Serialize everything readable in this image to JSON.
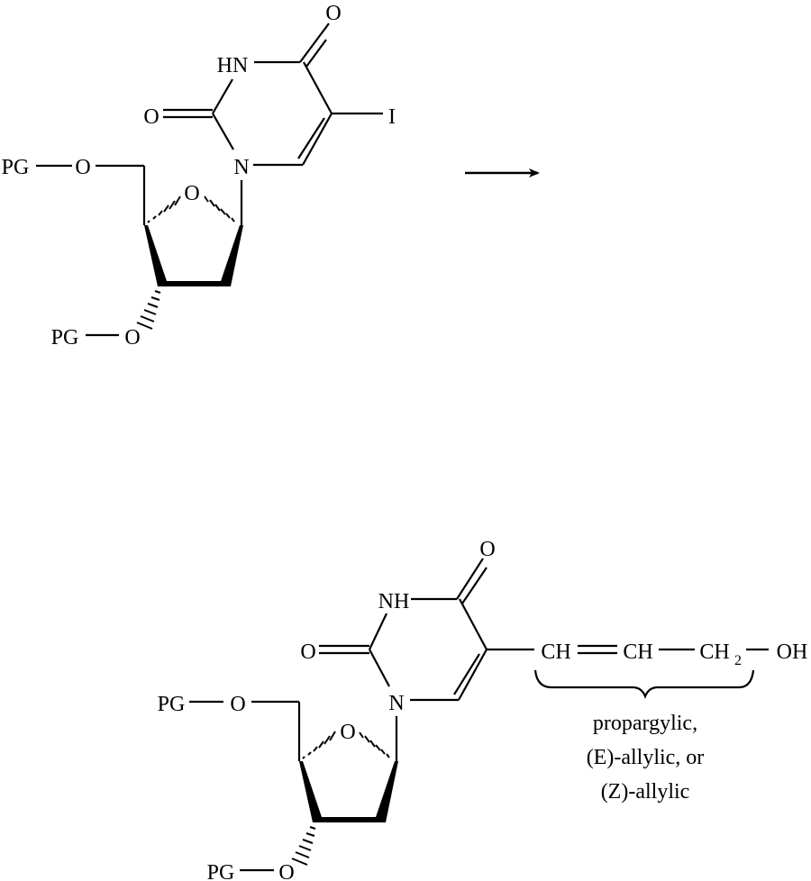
{
  "diagram": {
    "type": "chemical-reaction-scheme",
    "reactant": {
      "name": "protected 5-iodo-2'-deoxyuridine",
      "labels": {
        "carbonyl_o_top": "O",
        "nh": "HN",
        "carbonyl_o_left": "O",
        "n1": "N",
        "iodo": "I",
        "ring_o": "O",
        "o5": "O",
        "pg5": "PG",
        "o3": "O",
        "pg3": "PG"
      }
    },
    "arrow": {
      "direction": "right"
    },
    "product": {
      "name": "protected 5-(3-hydroxypropenyl/propynyl)-2'-deoxyuridine",
      "labels": {
        "carbonyl_o_top": "O",
        "nh": "NH",
        "carbonyl_o_left": "O",
        "n1": "N",
        "ring_o": "O",
        "o5": "O",
        "pg5": "PG",
        "o3": "O",
        "pg3": "PG",
        "side_ch1": "CH",
        "side_ch2": "CH",
        "side_ch2_group": "CH",
        "side_ch2_subscript": "2",
        "side_oh": "OH"
      },
      "annotation": {
        "line1": "propargylic,",
        "line2": "(E)-allylic, or",
        "line3": "(Z)-allylic"
      }
    }
  }
}
